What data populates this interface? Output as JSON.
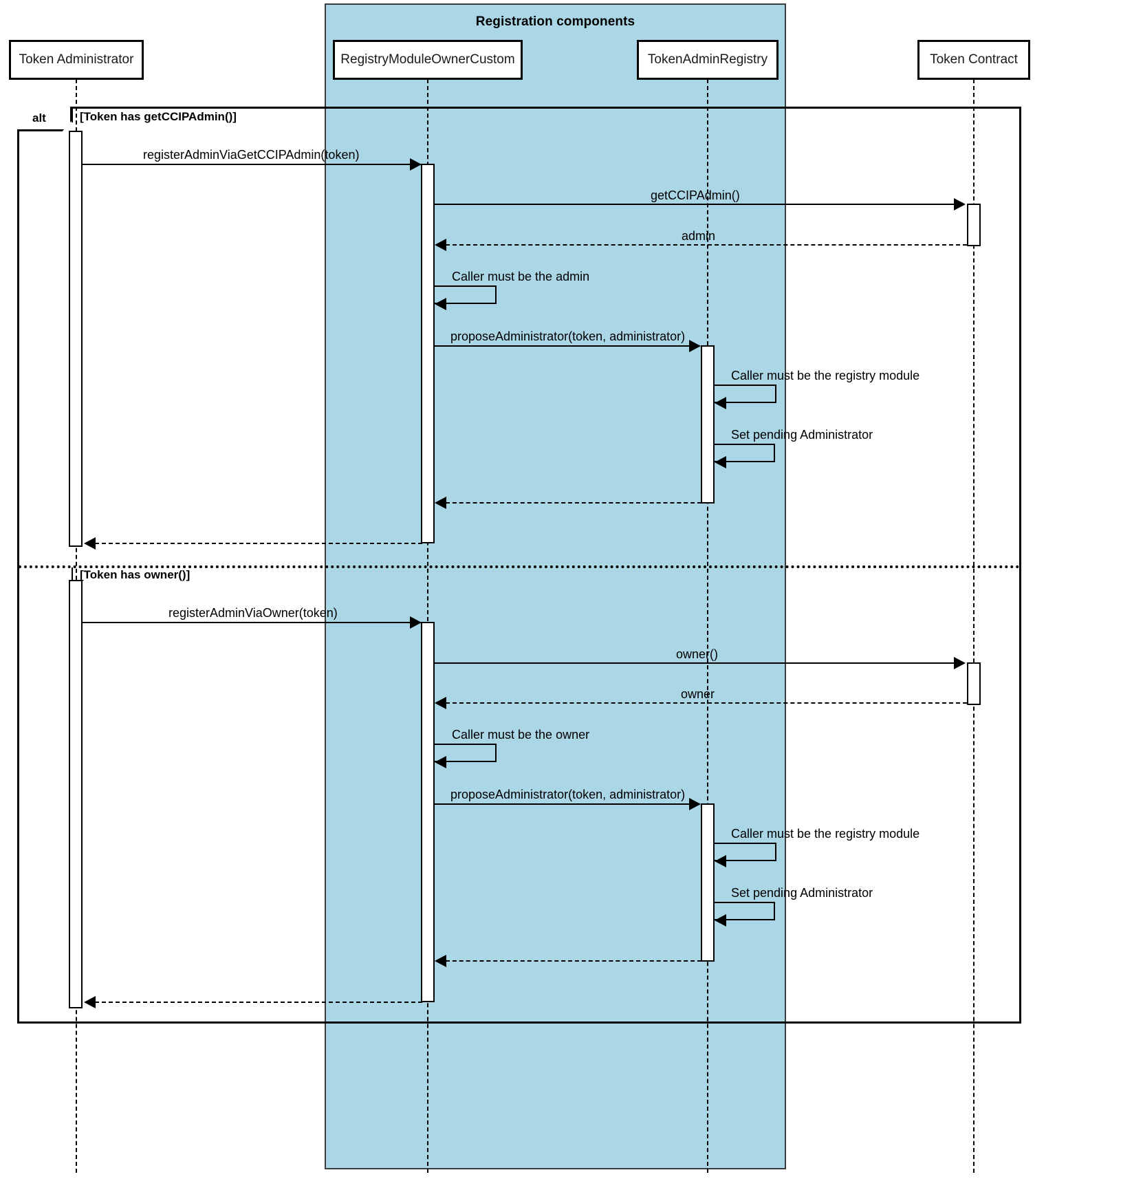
{
  "diagram": {
    "type": "uml-sequence-diagram",
    "title_group": "Registration components",
    "group_color": "#ABD6E6"
  },
  "participants": [
    {
      "id": "admin",
      "label": "Token Administrator",
      "in_group": false
    },
    {
      "id": "module",
      "label": "RegistryModuleOwnerCustom",
      "in_group": true
    },
    {
      "id": "registry",
      "label": "TokenAdminRegistry",
      "in_group": true
    },
    {
      "id": "token",
      "label": "Token Contract",
      "in_group": false
    }
  ],
  "fragment": {
    "operator": "alt",
    "guards": [
      "[Token has getCCIPAdmin()]",
      "[Token has owner()]"
    ]
  },
  "messages": [
    {
      "index": 1,
      "from": "admin",
      "to": "module",
      "text": "registerAdminViaGetCCIPAdmin(token)",
      "kind": "sync"
    },
    {
      "index": 2,
      "from": "module",
      "to": "token",
      "text": "getCCIPAdmin()",
      "kind": "sync"
    },
    {
      "index": 3,
      "from": "token",
      "to": "module",
      "text": "admin",
      "kind": "return"
    },
    {
      "index": 4,
      "from": "module",
      "to": "module",
      "text": "Caller must be the admin",
      "kind": "self"
    },
    {
      "index": 5,
      "from": "module",
      "to": "registry",
      "text": "proposeAdministrator(token, administrator)",
      "kind": "sync"
    },
    {
      "index": 6,
      "from": "registry",
      "to": "registry",
      "text": "Caller must be the registry module",
      "kind": "self"
    },
    {
      "index": 7,
      "from": "registry",
      "to": "registry",
      "text": "Set pending Administrator",
      "kind": "self"
    },
    {
      "index": 8,
      "from": "registry",
      "to": "module",
      "text": "",
      "kind": "return"
    },
    {
      "index": 9,
      "from": "module",
      "to": "admin",
      "text": "",
      "kind": "return"
    },
    {
      "index": 10,
      "from": "admin",
      "to": "module",
      "text": "registerAdminViaOwner(token)",
      "kind": "sync"
    },
    {
      "index": 11,
      "from": "module",
      "to": "token",
      "text": "owner()",
      "kind": "sync"
    },
    {
      "index": 12,
      "from": "token",
      "to": "module",
      "text": "owner",
      "kind": "return"
    },
    {
      "index": 13,
      "from": "module",
      "to": "module",
      "text": "Caller must be the owner",
      "kind": "self"
    },
    {
      "index": 14,
      "from": "module",
      "to": "registry",
      "text": "proposeAdministrator(token, administrator)",
      "kind": "sync"
    },
    {
      "index": 15,
      "from": "registry",
      "to": "registry",
      "text": "Caller must be the registry module",
      "kind": "self"
    },
    {
      "index": 16,
      "from": "registry",
      "to": "registry",
      "text": "Set pending Administrator",
      "kind": "self"
    },
    {
      "index": 17,
      "from": "registry",
      "to": "module",
      "text": "",
      "kind": "return"
    },
    {
      "index": 18,
      "from": "module",
      "to": "admin",
      "text": "",
      "kind": "return"
    }
  ]
}
